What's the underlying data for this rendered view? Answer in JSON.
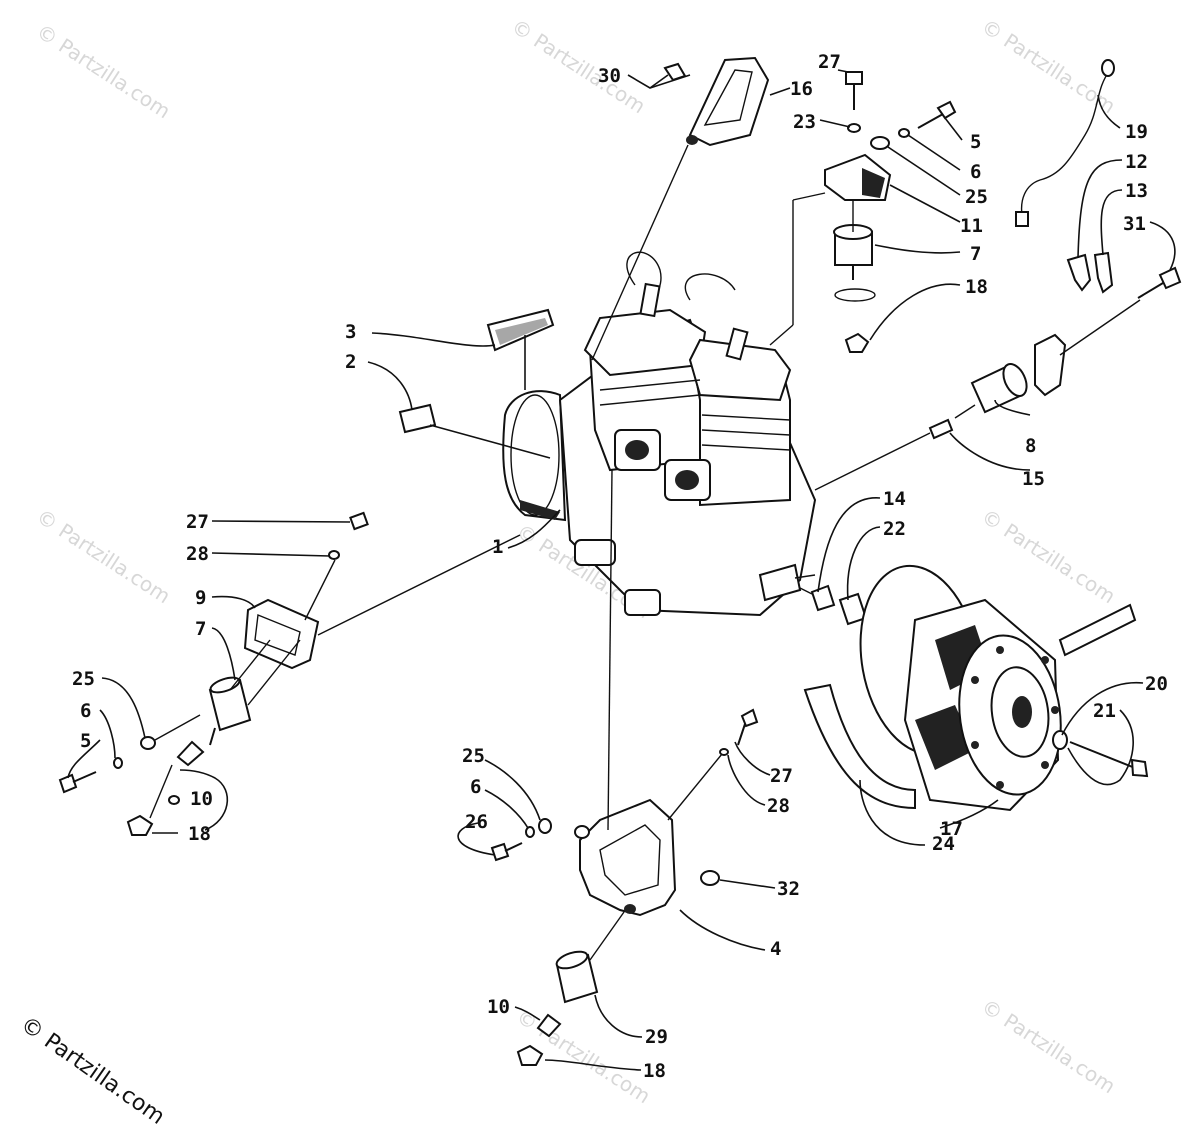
{
  "watermark": "© Partzilla.com",
  "copyright": "© Partzilla.com",
  "labels": {
    "l30": "30",
    "l16": "16",
    "l27a": "27",
    "l23": "23",
    "l5a": "5",
    "l6a": "6",
    "l25a": "25",
    "l11": "11",
    "l7a": "7",
    "l18a": "18",
    "l19": "19",
    "l12": "12",
    "l13": "13",
    "l31": "31",
    "l3": "3",
    "l2": "2",
    "l8": "8",
    "l15": "15",
    "l14": "14",
    "l22": "22",
    "l1": "1",
    "l27b": "27",
    "l28a": "28",
    "l9": "9",
    "l7b": "7",
    "l25b": "25",
    "l6b": "6",
    "l5b": "5",
    "l10a": "10",
    "l18b": "18",
    "l20": "20",
    "l21": "21",
    "l17": "17",
    "l24": "24",
    "l25c": "25",
    "l6c": "6",
    "l26": "26",
    "l27c": "27",
    "l28b": "28",
    "l32": "32",
    "l4": "4",
    "l29": "29",
    "l10b": "10",
    "l18c": "18"
  }
}
